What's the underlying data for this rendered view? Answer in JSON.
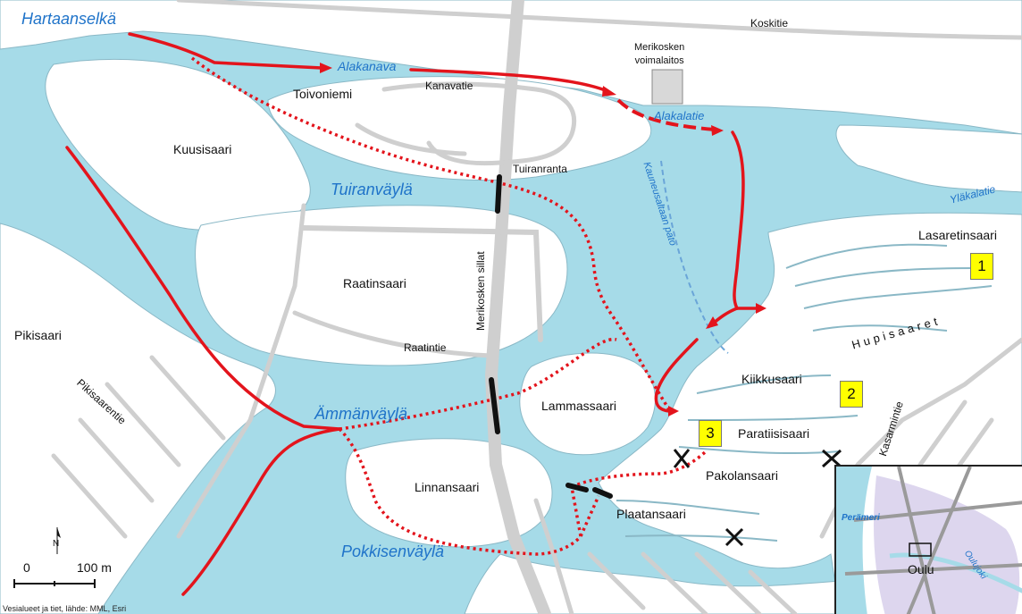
{
  "waterways": {
    "hartaanselka": "Hartaanselkä",
    "alakanava": "Alakanava",
    "alakalatie": "Alakalatie",
    "tuiranvayla": "Tuiranväylä",
    "ammanvayla": "Ämmänväylä",
    "pokkisenvayla": "Pokkisenväylä",
    "ylakalatie": "Yläkalatie",
    "kauneusaltaan_pato": "Kauneusaltaan pato"
  },
  "places": {
    "kuusisaari": "Kuusisaari",
    "toivoniemi": "Toivoniemi",
    "raatinsaari": "Raatinsaari",
    "pikisaari": "Pikisaari",
    "lammassaari": "Lammassaari",
    "linnansaari": "Linnansaari",
    "lasaretinsaari": "Lasaretinsaari",
    "hupisaaret": "Hupisaaret",
    "kiikkusaari": "Kiikkusaari",
    "paratiisisaari": "Paratiisisaari",
    "pakolansaari": "Pakolansaari",
    "plaatansaari": "Plaatansaari",
    "power_plant": "Merikosken\nvoimalaitos"
  },
  "roads": {
    "koskitie": "Koskitie",
    "kanavatie": "Kanavatie",
    "tuiranranta": "Tuiranranta",
    "raatintie": "Raatintie",
    "pikisaarentie": "Pikisaarentie",
    "kasarmintie": "Kasarmintie",
    "merikosken_sillat": "Merikosken sillat"
  },
  "markers": [
    "1",
    "2",
    "3"
  ],
  "inset": {
    "perameri": "Perämeri",
    "oulujoki": "Oulujoki",
    "oulu": "Oulu"
  },
  "scale": {
    "zero": "0",
    "distance": "100 m",
    "north": "N"
  },
  "source": "Vesialueet ja tiet, lähde: MML, Esri",
  "colors": {
    "water": "#a6dbe8",
    "land": "#ffffff",
    "road": "#cfcfcf",
    "route": "#e3141c",
    "label_water": "#1f73c9",
    "marker": "#ffff00"
  }
}
